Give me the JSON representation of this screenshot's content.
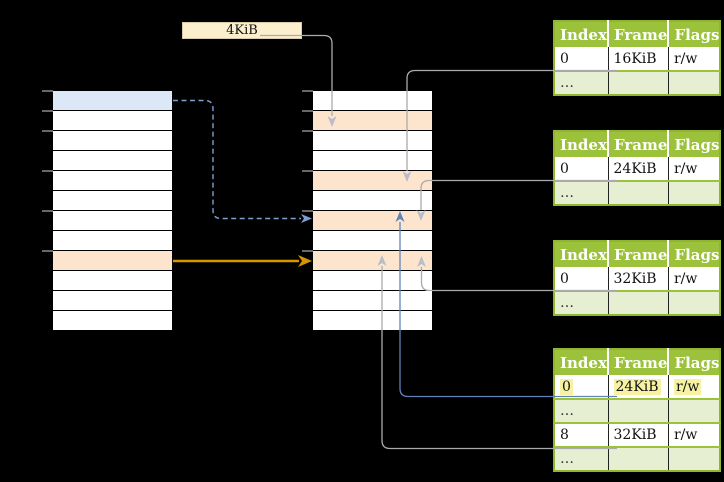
{
  "diagram": {
    "page_size_label": "4KiB",
    "ellipsis": "…",
    "colors": {
      "table_header_green": "#9cc23c",
      "table_border_green": "#8fb62e",
      "table_alt_row_green": "#e7efd2",
      "highlight_yellow": "#f7f2a2",
      "label_box_cream": "#fcefcd",
      "mapped_blue_row": "#dce8f7",
      "mapped_orange_row": "#fde5cd",
      "line_grey": "#ababab",
      "arrowhead_grey": "#b7bdc9",
      "line_blue": "#5f83b8",
      "line_blue_dashed": "#7e9fcf",
      "line_orange": "#d79600",
      "tick_grey": "#8a8a8a"
    },
    "left_column": {
      "rows": [
        {
          "type": "blue"
        },
        {
          "type": "plain"
        },
        {
          "type": "plain"
        },
        {
          "type": "plain"
        },
        {
          "type": "plain"
        },
        {
          "type": "plain"
        },
        {
          "type": "plain"
        },
        {
          "type": "plain"
        },
        {
          "type": "orange"
        },
        {
          "type": "plain"
        },
        {
          "type": "plain"
        },
        {
          "type": "plain"
        }
      ]
    },
    "middle_column": {
      "rows": [
        {
          "type": "plain"
        },
        {
          "type": "orange"
        },
        {
          "type": "plain"
        },
        {
          "type": "plain"
        },
        {
          "type": "orange"
        },
        {
          "type": "plain"
        },
        {
          "type": "orange"
        },
        {
          "type": "plain"
        },
        {
          "type": "orange"
        },
        {
          "type": "plain"
        },
        {
          "type": "plain"
        },
        {
          "type": "plain"
        }
      ]
    },
    "page_tables": [
      {
        "headers": [
          "Index",
          "Frame",
          "Flags"
        ],
        "rows": [
          {
            "cells": [
              "0",
              "16KiB",
              "r/w"
            ]
          },
          {
            "cells": [
              "…",
              "",
              ""
            ],
            "ellipsis": true
          }
        ]
      },
      {
        "headers": [
          "Index",
          "Frame",
          "Flags"
        ],
        "rows": [
          {
            "cells": [
              "0",
              "24KiB",
              "r/w"
            ]
          },
          {
            "cells": [
              "…",
              "",
              ""
            ],
            "ellipsis": true
          }
        ]
      },
      {
        "headers": [
          "Index",
          "Frame",
          "Flags"
        ],
        "rows": [
          {
            "cells": [
              "0",
              "32KiB",
              "r/w"
            ]
          },
          {
            "cells": [
              "…",
              "",
              ""
            ],
            "ellipsis": true
          }
        ]
      },
      {
        "headers": [
          "Index",
          "Frame",
          "Flags"
        ],
        "rows": [
          {
            "cells": [
              "0",
              "24KiB",
              "r/w"
            ],
            "highlight": true
          },
          {
            "cells": [
              "…",
              "",
              ""
            ],
            "ellipsis": true
          },
          {
            "cells": [
              "8",
              "32KiB",
              "r/w"
            ]
          },
          {
            "cells": [
              "…",
              "",
              ""
            ],
            "ellipsis": true
          }
        ]
      }
    ],
    "connectors": [
      {
        "from": "page-size-label",
        "to": "middle-column-row-2",
        "style": "solid",
        "color_key": "line_grey"
      },
      {
        "from": "page-table-1-frame-16KiB",
        "to": "middle-column-row-5",
        "style": "solid",
        "color_key": "line_grey"
      },
      {
        "from": "page-table-2-frame-24KiB",
        "to": "middle-column-row-7",
        "style": "solid",
        "color_key": "line_grey"
      },
      {
        "from": "page-table-3-frame-32KiB",
        "to": "middle-column-row-9",
        "style": "solid",
        "color_key": "line_grey"
      },
      {
        "from": "page-table-4-frame-24KiB",
        "to": "middle-column-row-7",
        "style": "solid",
        "color_key": "line_blue"
      },
      {
        "from": "page-table-4-frame-32KiB",
        "to": "middle-column-row-9",
        "style": "solid",
        "color_key": "line_grey"
      },
      {
        "from": "left-column-row-1",
        "to": "middle-column-row-7",
        "style": "dashed",
        "color_key": "line_blue_dashed"
      },
      {
        "from": "left-column-row-9",
        "to": "middle-column-row-9",
        "style": "solid-thick",
        "color_key": "line_orange"
      }
    ]
  }
}
